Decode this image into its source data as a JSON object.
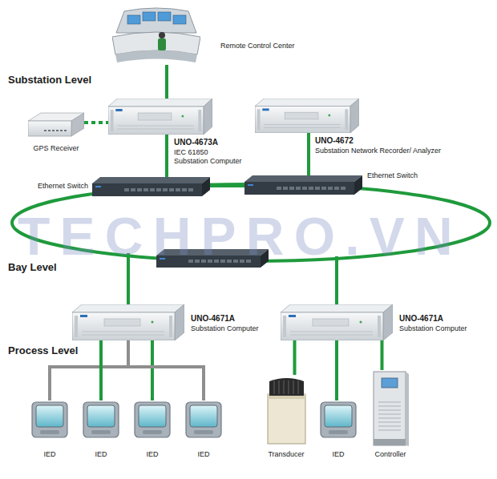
{
  "diagram": {
    "nodes": [
      {
        "text": [
          "Remote Control Center"
        ]
      },
      {
        "text": [
          "GPS Receiver"
        ]
      },
      {
        "text": [
          "UNO-4673A",
          "IEC 61850 Substation Computer"
        ]
      },
      {
        "text": [
          "UNO-4672",
          "Substation Network Recorder/ Analyzer"
        ]
      },
      {
        "text": [
          "Ethernet Switch"
        ]
      },
      {
        "text": [
          "Ethernet Switch"
        ]
      },
      {
        "text": [
          "UNO-4671A",
          "Substation Computer"
        ]
      },
      {
        "text": [
          "UNO-4671A",
          "Substation Computer"
        ]
      },
      {
        "text": [
          "IED"
        ]
      },
      {
        "text": [
          "IED"
        ]
      },
      {
        "text": [
          "IED"
        ]
      },
      {
        "text": [
          "IED"
        ]
      },
      {
        "text": [
          "Transducer"
        ]
      },
      {
        "text": [
          "IED"
        ]
      },
      {
        "text": [
          "Controller"
        ]
      }
    ],
    "edges": [
      {
        "from": 0,
        "to": 2,
        "arrow": "none"
      },
      {
        "from": 1,
        "to": 2,
        "arrow": "none"
      },
      {
        "from": 2,
        "to": 4,
        "arrow": "none"
      },
      {
        "from": 3,
        "to": 5,
        "arrow": "none"
      },
      {
        "from": 4,
        "to": 5,
        "arrow": "none"
      },
      {
        "from": 6,
        "to": 8,
        "arrow": "none"
      },
      {
        "from": 6,
        "to": 9,
        "arrow": "none"
      },
      {
        "from": 6,
        "to": 10,
        "arrow": "none"
      },
      {
        "from": 6,
        "to": 11,
        "arrow": "none"
      },
      {
        "from": 7,
        "to": 12,
        "arrow": "none"
      },
      {
        "from": 7,
        "to": 13,
        "arrow": "none"
      },
      {
        "from": 7,
        "to": 14,
        "arrow": "none"
      }
    ],
    "labels": [
      "Substation Level",
      "Bay Level",
      "Process Level",
      "TECHPRO.VN"
    ]
  }
}
